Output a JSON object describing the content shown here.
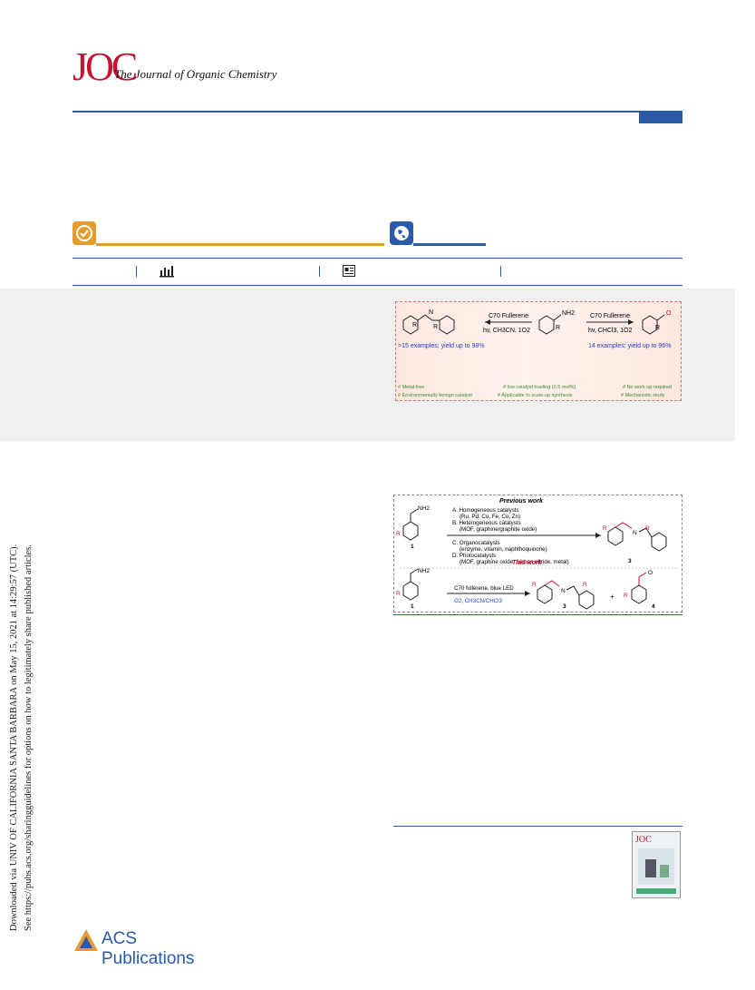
{
  "journal": {
    "abbrev": "JOC",
    "name": "The Journal of Organic Chemistry"
  },
  "side_note": {
    "line1": "Downloaded via UNIV OF CALIFORNIA SANTA BARBARA on May 15, 2021 at 14:29:57 (UTC).",
    "line2": "See https://pubs.acs.org/sharingguidelines for options on how to legitimately share published articles."
  },
  "toc_graphic": {
    "left_reagent": "C70 Fullerene",
    "left_conditions": "hv, CH3CN, 1O2",
    "right_reagent": "C70 Fullerene",
    "right_conditions": "hv, CHCl3, 1O2",
    "left_scope": ">15 examples; yield up to 98%",
    "right_scope": "14 examples; yield up to 96%",
    "features": [
      "# Metal-free",
      "# low catalyst loading (0.5 mol%)",
      "# No work up required",
      "# Environmentally benign catalyst",
      "# Applicable to scale-up synthesis",
      "# Mechanistic study"
    ],
    "labels": {
      "nh2": "NH2",
      "r": "R",
      "n": "N",
      "o": "O"
    }
  },
  "scheme": {
    "previous_title": "Previous work",
    "this_title": "This work",
    "catalysts": [
      "A. Homogeneous catalysts",
      "(Ru, Pd, Cu, Fe, Co, Zn)",
      "B. Heterogeneous catalysts",
      "(MOF, graphine/graphite oxide)",
      "C. Organocatalysts",
      "(enzyme, vitamin, naphthoquinone)",
      "D. Photocatalysts",
      "(MOF, graphine oxide, carbon nitride, metal)"
    ],
    "this_reagent": "C70 fullerene, blue LED",
    "this_conditions": "O2, CH3CN/CHCl3",
    "compound_1": "1",
    "compound_3": "3",
    "compound_4": "4",
    "plus": "+",
    "labels": {
      "nh2": "NH2",
      "r": "R",
      "n": "N",
      "o": "O"
    }
  },
  "footer": {
    "publisher": "ACS Publications"
  },
  "colors": {
    "accent_blue": "#2a5aa8",
    "logo_red": "#c8102e",
    "open_access_orange": "#e79a2e"
  }
}
